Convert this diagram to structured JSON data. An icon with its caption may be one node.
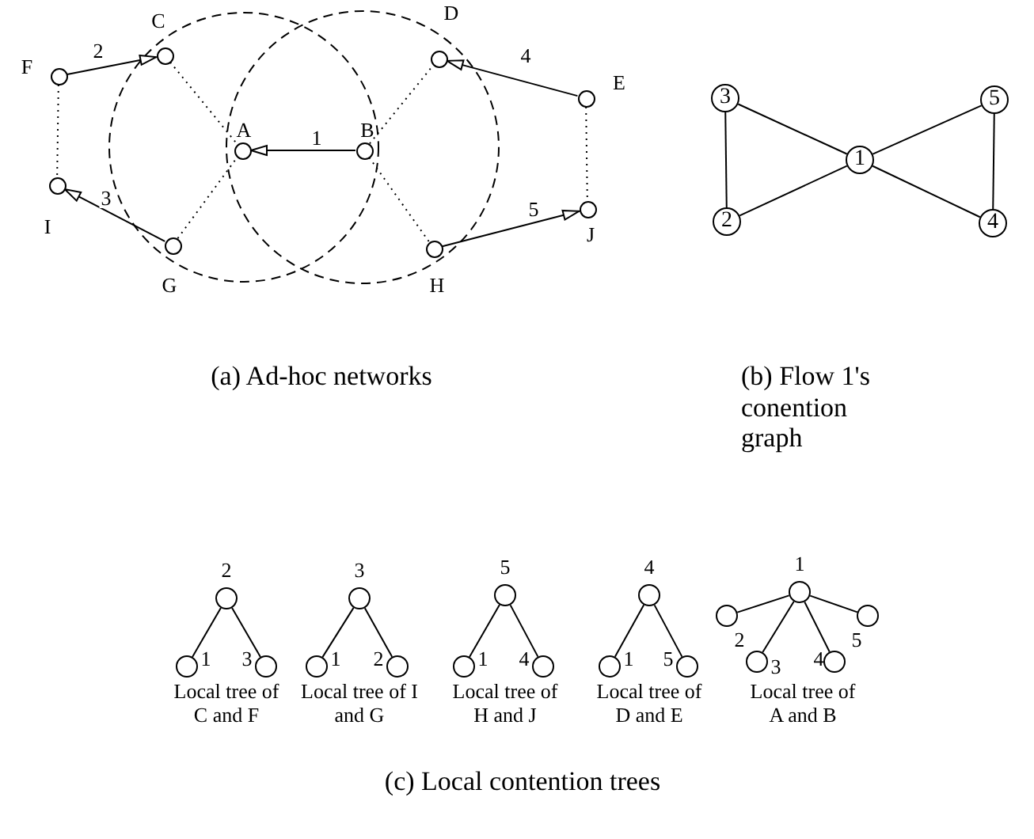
{
  "diagram": {
    "nodes": [
      {
        "text": [],
        "shape": "circle",
        "beside": [
          "A"
        ]
      },
      {
        "text": [],
        "shape": "circle",
        "beside": [
          "B"
        ]
      },
      {
        "text": [],
        "shape": "circle",
        "beside": [
          "C"
        ]
      },
      {
        "text": [],
        "shape": "circle",
        "beside": [
          "D"
        ]
      },
      {
        "text": [],
        "shape": "circle",
        "beside": [
          "E"
        ]
      },
      {
        "text": [],
        "shape": "circle",
        "beside": [
          "F"
        ]
      },
      {
        "text": [],
        "shape": "circle",
        "beside": [
          "G"
        ]
      },
      {
        "text": [],
        "shape": "circle",
        "beside": [
          "H"
        ]
      },
      {
        "text": [],
        "shape": "circle",
        "beside": [
          "I"
        ]
      },
      {
        "text": [],
        "shape": "circle",
        "beside": [
          "J"
        ]
      },
      {
        "text": [
          "3"
        ]
      },
      {
        "text": [
          "5"
        ]
      },
      {
        "text": [
          "1"
        ]
      },
      {
        "text": [
          "2"
        ]
      },
      {
        "text": [
          "4"
        ]
      },
      {
        "text": [],
        "shape": "circle",
        "beside": [
          "2"
        ]
      },
      {
        "text": [],
        "shape": "circle",
        "beside": [
          "1"
        ]
      },
      {
        "text": [],
        "shape": "circle",
        "beside": [
          "3"
        ]
      },
      {
        "text": [],
        "shape": "circle",
        "beside": [
          "3"
        ]
      },
      {
        "text": [],
        "shape": "circle",
        "beside": [
          "1"
        ]
      },
      {
        "text": [],
        "shape": "circle",
        "beside": [
          "2"
        ]
      },
      {
        "text": [],
        "shape": "circle",
        "beside": [
          "5"
        ]
      },
      {
        "text": [],
        "shape": "circle",
        "beside": [
          "1"
        ]
      },
      {
        "text": [],
        "shape": "circle",
        "beside": [
          "4"
        ]
      },
      {
        "text": [],
        "shape": "circle",
        "beside": [
          "4"
        ]
      },
      {
        "text": [],
        "shape": "circle",
        "beside": [
          "1"
        ]
      },
      {
        "text": [],
        "shape": "circle",
        "beside": [
          "5"
        ]
      },
      {
        "text": [],
        "shape": "circle",
        "beside": [
          "1"
        ]
      },
      {
        "text": [],
        "shape": "circle",
        "beside": [
          "2"
        ]
      },
      {
        "text": [],
        "shape": "circle",
        "beside": [
          "3"
        ]
      },
      {
        "text": [],
        "shape": "circle",
        "beside": [
          "4"
        ]
      },
      {
        "text": [],
        "shape": "circle",
        "beside": [
          "5"
        ]
      }
    ],
    "edges": [
      {
        "from": 1,
        "to": 0,
        "arrow": "to",
        "label": "1"
      },
      {
        "from": 5,
        "to": 2,
        "arrow": "to",
        "label": "2"
      },
      {
        "from": 6,
        "to": 8,
        "arrow": "to",
        "label": "3"
      },
      {
        "from": 4,
        "to": 3,
        "arrow": "to",
        "label": "4"
      },
      {
        "from": 7,
        "to": 9,
        "arrow": "to",
        "label": "5"
      },
      {
        "from": 2,
        "to": 0,
        "arrow": "none",
        "style": "dashed"
      },
      {
        "from": 6,
        "to": 0,
        "arrow": "none",
        "style": "dashed"
      },
      {
        "from": 1,
        "to": 3,
        "arrow": "none",
        "style": "dashed"
      },
      {
        "from": 1,
        "to": 7,
        "arrow": "none",
        "style": "dashed"
      },
      {
        "from": 5,
        "to": 8,
        "arrow": "none",
        "style": "dashed"
      },
      {
        "from": 4,
        "to": 9,
        "arrow": "none",
        "style": "dashed"
      },
      {
        "from": 10,
        "to": 12,
        "arrow": "none"
      },
      {
        "from": 13,
        "to": 12,
        "arrow": "none"
      },
      {
        "from": 12,
        "to": 11,
        "arrow": "none"
      },
      {
        "from": 12,
        "to": 14,
        "arrow": "none"
      },
      {
        "from": 10,
        "to": 13,
        "arrow": "none"
      },
      {
        "from": 11,
        "to": 14,
        "arrow": "none"
      },
      {
        "from": 15,
        "to": 16,
        "arrow": "none"
      },
      {
        "from": 15,
        "to": 17,
        "arrow": "none"
      },
      {
        "from": 18,
        "to": 19,
        "arrow": "none"
      },
      {
        "from": 18,
        "to": 20,
        "arrow": "none"
      },
      {
        "from": 21,
        "to": 22,
        "arrow": "none"
      },
      {
        "from": 21,
        "to": 23,
        "arrow": "none"
      },
      {
        "from": 24,
        "to": 25,
        "arrow": "none"
      },
      {
        "from": 24,
        "to": 26,
        "arrow": "none"
      },
      {
        "from": 27,
        "to": 28,
        "arrow": "none"
      },
      {
        "from": 27,
        "to": 29,
        "arrow": "none"
      },
      {
        "from": 27,
        "to": 30,
        "arrow": "none"
      },
      {
        "from": 27,
        "to": 31,
        "arrow": "none"
      }
    ],
    "labels": [
      "(a) Ad-hoc networks",
      "(b) Flow 1's conention graph",
      "Local tree of C and F",
      "Local tree of I and G",
      "Local tree of H and J",
      "Local tree of D and E",
      "Local tree of A and B",
      "(c) Local contention trees"
    ]
  }
}
